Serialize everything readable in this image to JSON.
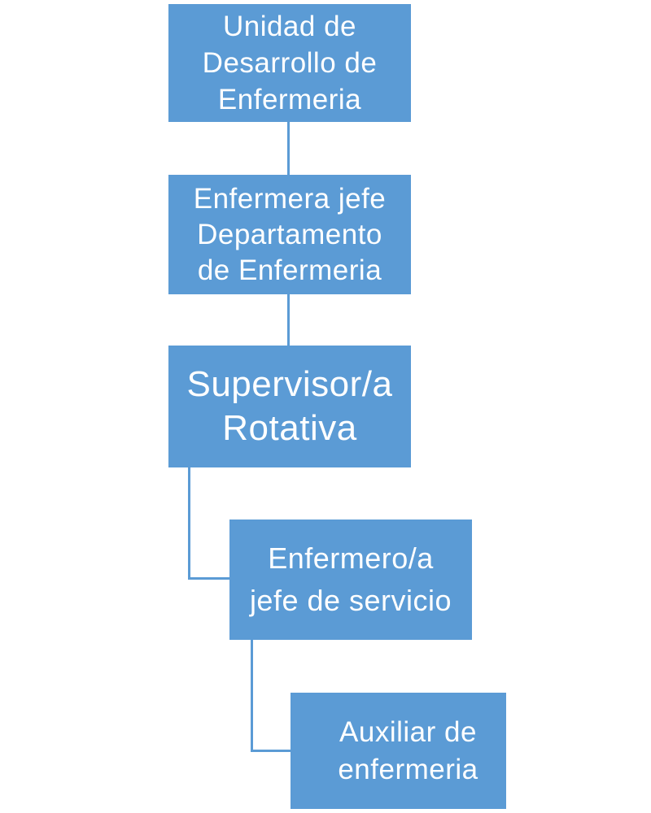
{
  "chart": {
    "type": "org-chart",
    "language": "es",
    "colors": {
      "node_fill": "#5b9bd5",
      "connector": "#5b9bd5",
      "text": "#ffffff",
      "background": "#ffffff"
    },
    "nodes": [
      {
        "id": "unidad-desarrollo",
        "label": "Unidad de Desarrollo de Enfermeria",
        "lines": [
          "Unidad de",
          "Desarrollo de",
          "Enfermeria"
        ],
        "level": 1,
        "reports_to": null
      },
      {
        "id": "enfermera-jefe-departamento",
        "label": "Enfermera jefe Departamento de Enfermeria",
        "lines": [
          "Enfermera jefe",
          "Departamento",
          "de Enfermeria"
        ],
        "level": 2,
        "reports_to": "unidad-desarrollo"
      },
      {
        "id": "supervisora-rotativa",
        "label": "Supervisor/a Rotativa",
        "lines": [
          "Supervisor/a",
          "Rotativa"
        ],
        "level": 3,
        "reports_to": "enfermera-jefe-departamento"
      },
      {
        "id": "enfermero-jefe-servicio",
        "label": "Enfermero/a jefe de servicio",
        "lines": [
          "Enfermero/a",
          "jefe de servicio"
        ],
        "level": 4,
        "reports_to": "supervisora-rotativa"
      },
      {
        "id": "auxiliar-enfermeria",
        "label": "Auxiliar de enfermeria",
        "lines": [
          "Auxiliar de",
          "enfermeria"
        ],
        "level": 5,
        "reports_to": "enfermero-jefe-servicio"
      }
    ],
    "edges": [
      [
        "unidad-desarrollo",
        "enfermera-jefe-departamento"
      ],
      [
        "enfermera-jefe-departamento",
        "supervisora-rotativa"
      ],
      [
        "supervisora-rotativa",
        "enfermero-jefe-servicio"
      ],
      [
        "enfermero-jefe-servicio",
        "auxiliar-enfermeria"
      ]
    ]
  }
}
